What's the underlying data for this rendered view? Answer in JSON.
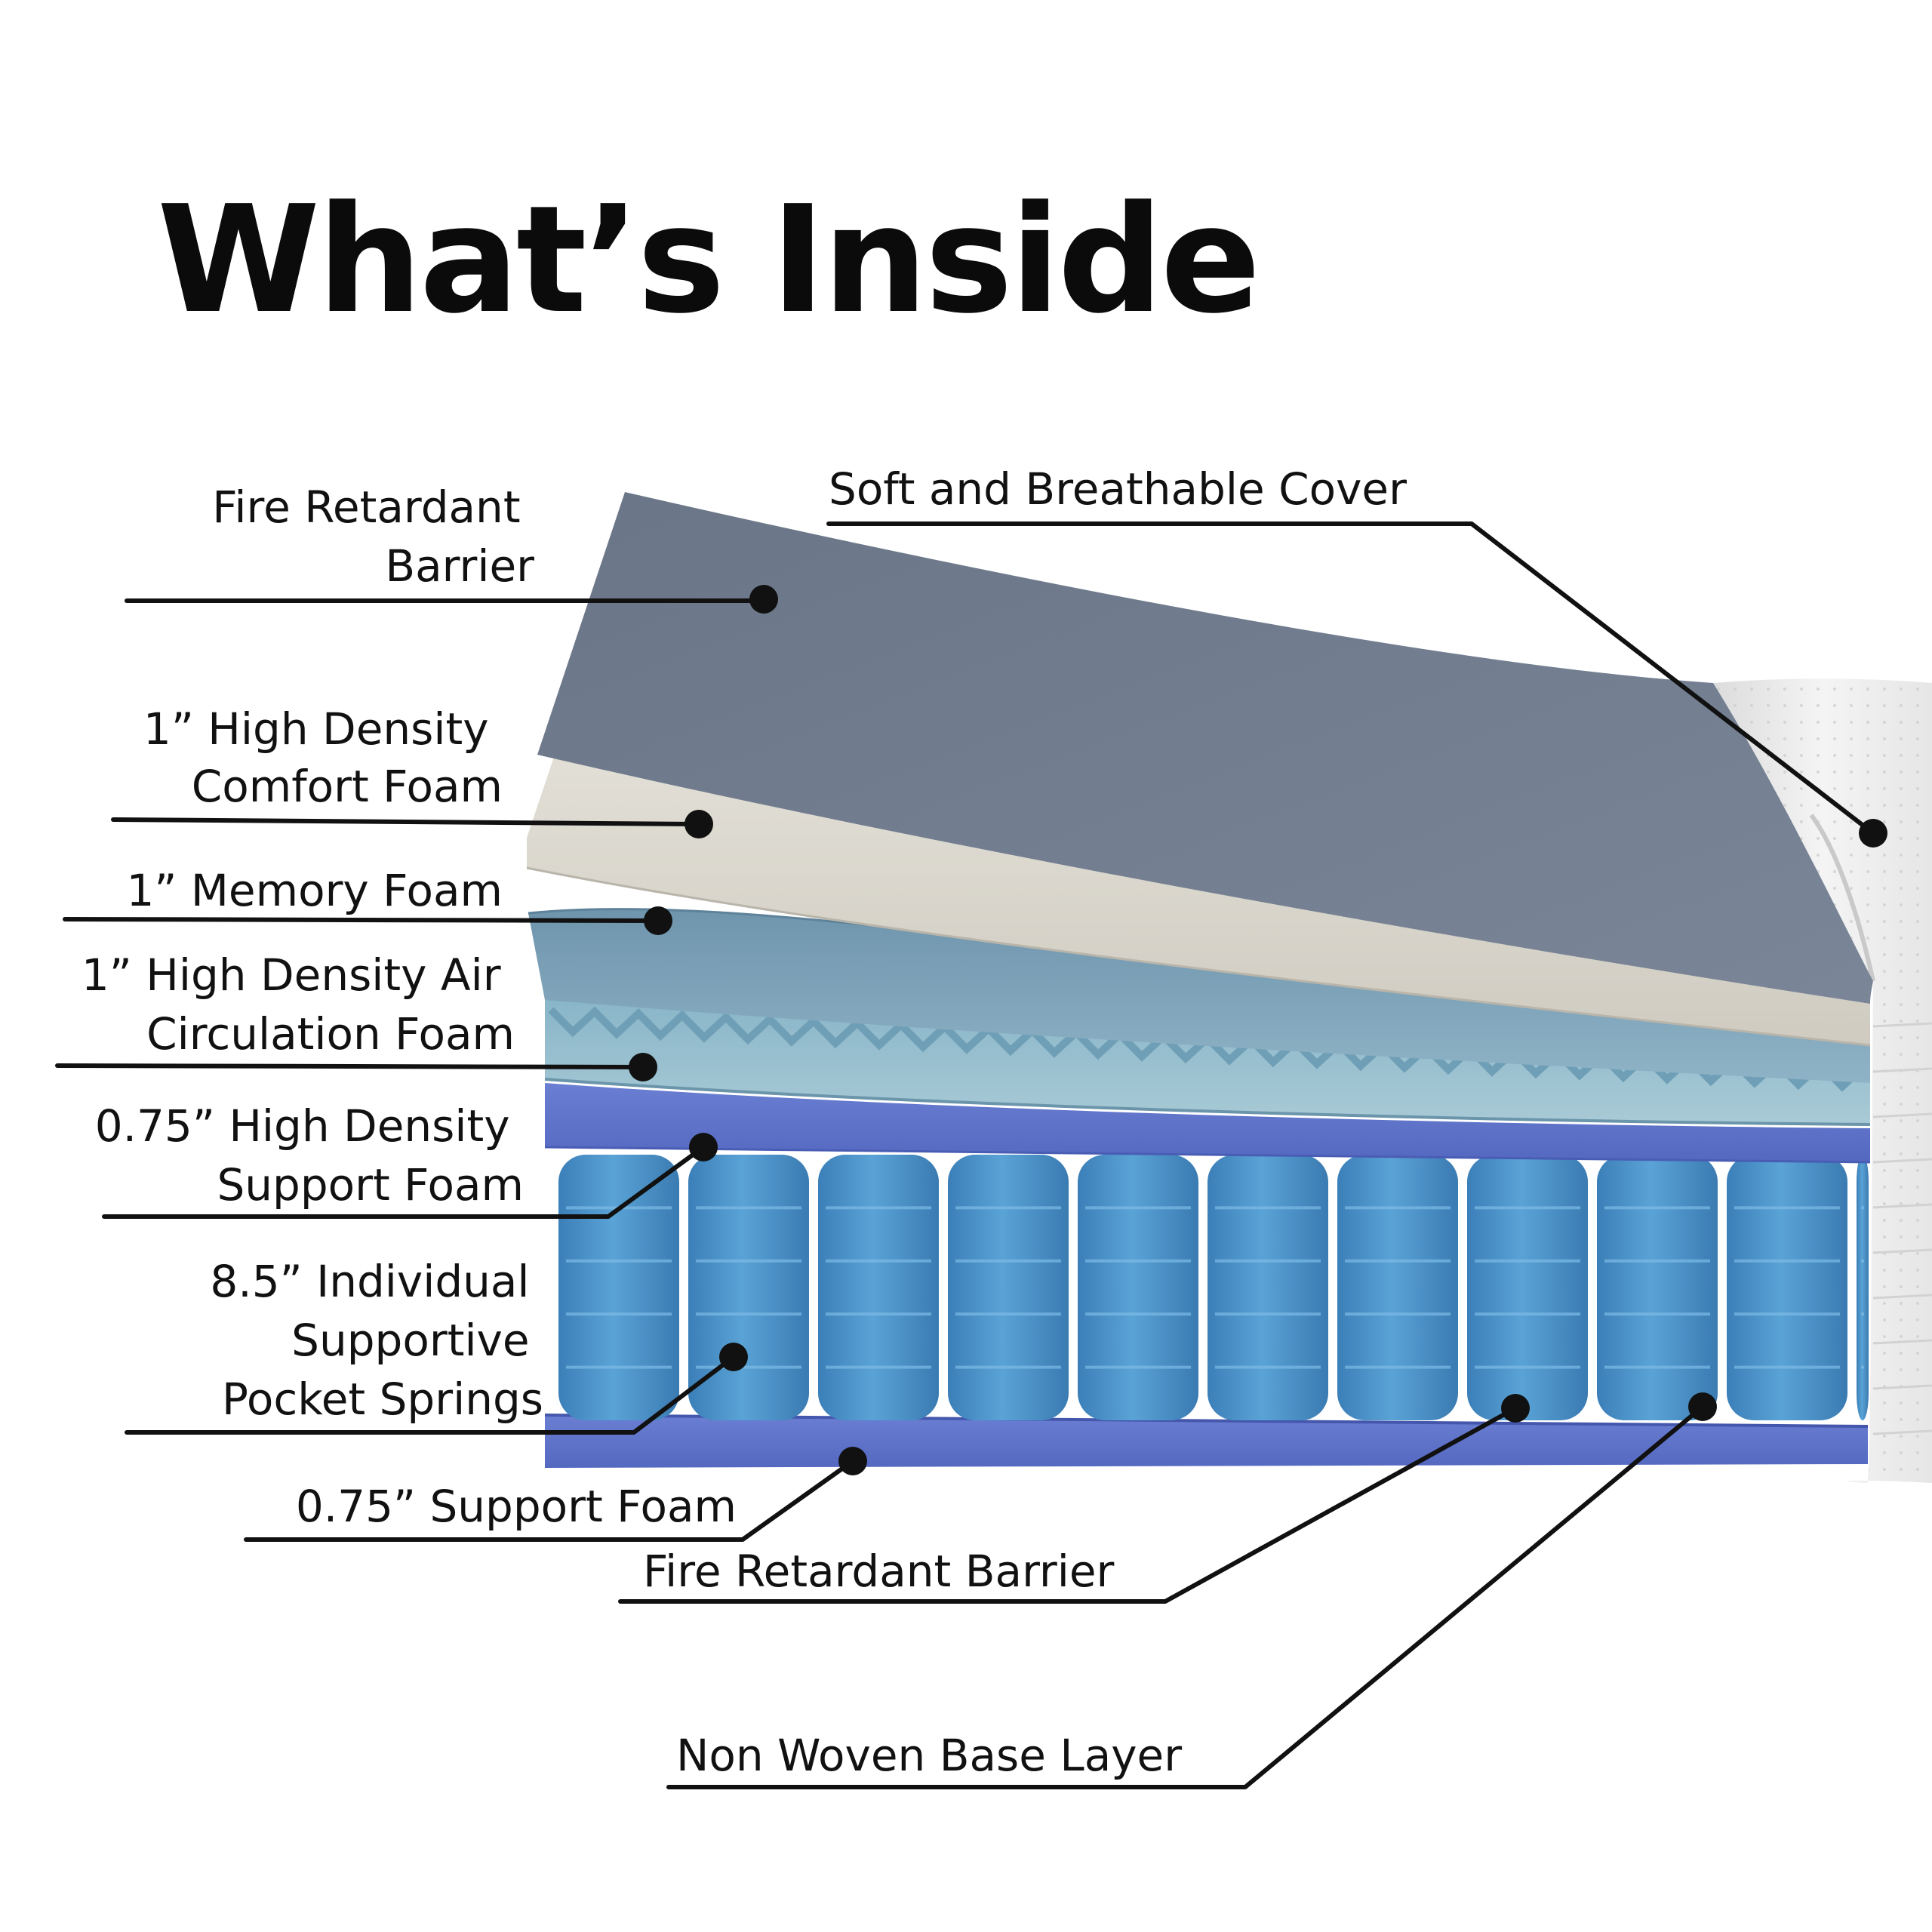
{
  "title": "What’s Inside",
  "callouts": {
    "cover": "Soft and Breathable Cover",
    "fire_barrier_top": [
      "Fire Retardant",
      "Barrier"
    ],
    "comfort_foam": [
      "1” High Density",
      "Comfort Foam"
    ],
    "memory_foam": [
      "1” Memory Foam"
    ],
    "air_foam": [
      "1” High Density Air",
      "Circulation Foam"
    ],
    "support_foam_top": [
      "0.75” High Density",
      "Support Foam"
    ],
    "springs": [
      "8.5” Individual",
      "Supportive",
      "Pocket Springs"
    ],
    "support_foam_bottom": "0.75” Support Foam",
    "fire_barrier_bottom": "Fire Retardant Barrier",
    "base_layer": "Non Woven Base Layer"
  },
  "colors": {
    "fire_barrier": "#6f7b8b",
    "comfort_foam": "#d9d6cd",
    "memory_foam": "#7fa3b8",
    "air_foam": "#9cc0cf",
    "support_foam": "#5f73c9",
    "springs": "#4f93c8",
    "cover": "#eeeeee",
    "text": "#111111"
  }
}
